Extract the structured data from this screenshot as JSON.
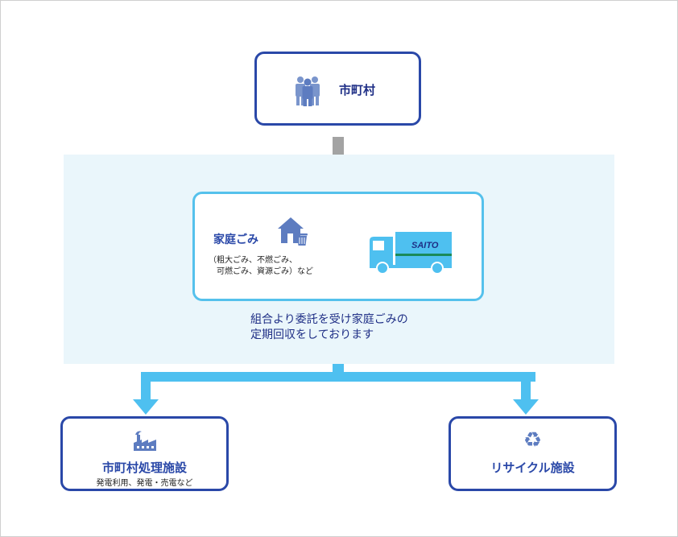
{
  "municipality": {
    "label": "市町村",
    "icon": "people-icon"
  },
  "collection": {
    "title": "家庭ごみ",
    "note_line1": "（粗大ごみ、不燃ごみ、",
    "note_line2": "可燃ごみ、資源ごみ）など",
    "truck_text": "SAITO",
    "caption_line1": "組合より委託を受け家庭ごみの",
    "caption_line2": "定期回収をしております",
    "house_icon": "house-trash-icon",
    "truck_icon": "truck-icon"
  },
  "facility_municipal": {
    "title": "市町村処理施設",
    "subtitle": "発電利用、発電・売電など",
    "icon": "factory-icon"
  },
  "facility_recycle": {
    "title": "リサイクル施設",
    "icon": "recycle-icon"
  },
  "colors": {
    "dark_blue": "#2a48a8",
    "light_blue": "#55c1ec",
    "band": "#eaf6fb",
    "gray_arrow": "#a3a3a3",
    "truck_green": "#1a8a5a"
  }
}
